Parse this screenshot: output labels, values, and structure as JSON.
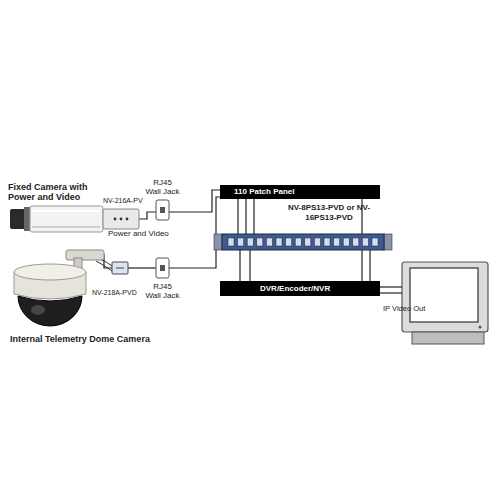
{
  "diagram": {
    "nodes": [
      {
        "text": [
          "Fixed Camera with Power and Video"
        ]
      },
      {
        "text": [
          "NV-216A-PV"
        ]
      },
      {
        "text": [
          "RJ45 Wall Jack"
        ]
      },
      {
        "text": [
          "Internal Telemetry Dome Camera"
        ]
      },
      {
        "text": [
          "NV-218A-PVD"
        ]
      },
      {
        "text": [
          "RJ45 Wall Jack"
        ]
      },
      {
        "text": [
          "110 Patch Panel"
        ]
      },
      {
        "text": [
          "NV-8PS13-PVD or NV-16PS13-PVD"
        ]
      },
      {
        "text": [
          "DVR/Encoder/NVR"
        ]
      }
    ],
    "edges": [
      {
        "from": 1,
        "to": 2,
        "arrow": "none",
        "label": "Power and Video"
      },
      {
        "from": 2,
        "to": 6,
        "arrow": "none"
      },
      {
        "from": 3,
        "to": 4,
        "arrow": "none"
      },
      {
        "from": 4,
        "to": 5,
        "arrow": "none"
      },
      {
        "from": 5,
        "to": 6,
        "arrow": "none"
      },
      {
        "from": 6,
        "to": 7,
        "arrow": "none"
      },
      {
        "from": 7,
        "to": 8,
        "arrow": "none"
      }
    ],
    "labels": [
      "IP Video Out"
    ]
  }
}
